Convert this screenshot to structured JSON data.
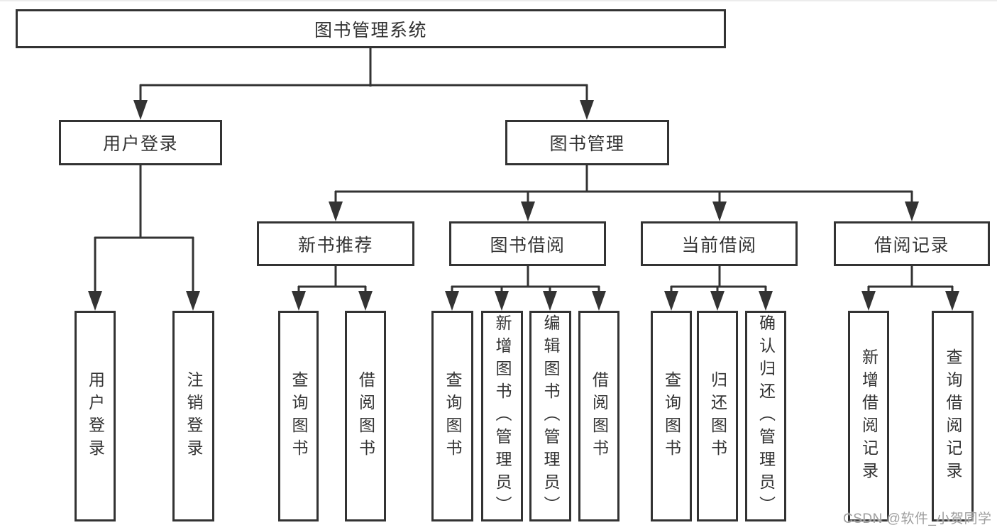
{
  "diagram": {
    "root": {
      "label": "图书管理系统"
    },
    "level2": [
      {
        "label": "用户登录",
        "children": [
          {
            "label": "用户登录"
          },
          {
            "label": "注销登录"
          }
        ]
      },
      {
        "label": "图书管理",
        "children": [
          {
            "label": "新书推荐",
            "children": [
              {
                "label": "查询图书"
              },
              {
                "label": "借阅图书"
              }
            ]
          },
          {
            "label": "图书借阅",
            "children": [
              {
                "label": "查询图书"
              },
              {
                "label": "新增图书（管理员）"
              },
              {
                "label": "编辑图书（管理员）"
              },
              {
                "label": "借阅图书"
              }
            ]
          },
          {
            "label": "当前借阅",
            "children": [
              {
                "label": "查询图书"
              },
              {
                "label": "归还图书"
              },
              {
                "label": "确认归还（管理员）"
              }
            ]
          },
          {
            "label": "借阅记录",
            "children": [
              {
                "label": "新增借阅记录"
              },
              {
                "label": "查询借阅记录"
              }
            ]
          }
        ]
      }
    ]
  },
  "watermark": {
    "text": "CSDN @软件_小贺同学"
  },
  "colors": {
    "line": "#333333",
    "text": "#333333",
    "watermark_text": "#9e9e9e",
    "background": "#ffffff"
  }
}
